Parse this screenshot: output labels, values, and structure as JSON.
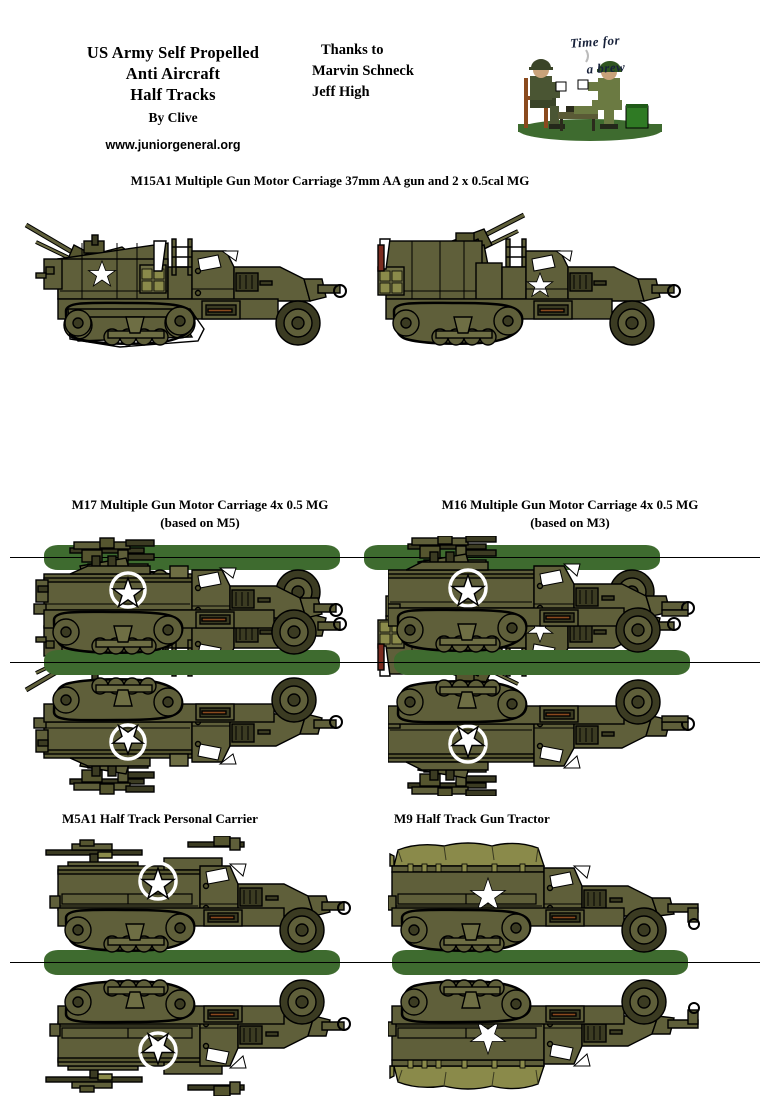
{
  "header": {
    "title_line1": "US Army Self Propelled",
    "title_line2": "Anti Aircraft",
    "title_line3": "Half Tracks",
    "byline": "By Clive",
    "url": "www.juniorgeneral.org",
    "thanks_heading": "Thanks to",
    "thanks_name1": "Marvin Schneck",
    "thanks_name2": "Jeff High"
  },
  "logo": {
    "caption_line1": "Time for",
    "caption_line2": "a brew",
    "name": "time-for-a-brew-logo"
  },
  "sections": [
    {
      "id": "m15a1",
      "caption": "M15A1 Multiple Gun Motor Carriage 37mm AA gun and 2 x 0.5cal MG",
      "caption2": "",
      "vehicles": [
        "m15a1-left",
        "m15a1-right"
      ]
    },
    {
      "id": "m17",
      "caption": "M17 Multiple Gun Motor Carriage 4x 0.5 MG",
      "caption2": "(based on M5)",
      "vehicles": [
        "m17"
      ]
    },
    {
      "id": "m16",
      "caption": "M16 Multiple Gun Motor Carriage 4x 0.5 MG",
      "caption2": "(based on M3)",
      "vehicles": [
        "m16"
      ]
    },
    {
      "id": "m5a1",
      "caption": "M5A1 Half Track Personal Carrier",
      "caption2": "",
      "vehicles": [
        "m5a1"
      ]
    },
    {
      "id": "m9",
      "caption": "M9 Half Track Gun Tractor",
      "caption2": "",
      "vehicles": [
        "m9"
      ]
    }
  ],
  "colors": {
    "olive_drab": "#5f5f3a",
    "olive_dark": "#55552f",
    "olive_light": "#6e6e44",
    "canvas_khaki": "#8a8a4a",
    "base_green": "#3e6b2f",
    "star_white": "#ffffff",
    "outline_black": "#000000",
    "paper": "#ffffff",
    "logo_text": "#17213a"
  },
  "markings": {
    "star_plain": "white-star",
    "star_circled": "white-star-in-circle"
  }
}
